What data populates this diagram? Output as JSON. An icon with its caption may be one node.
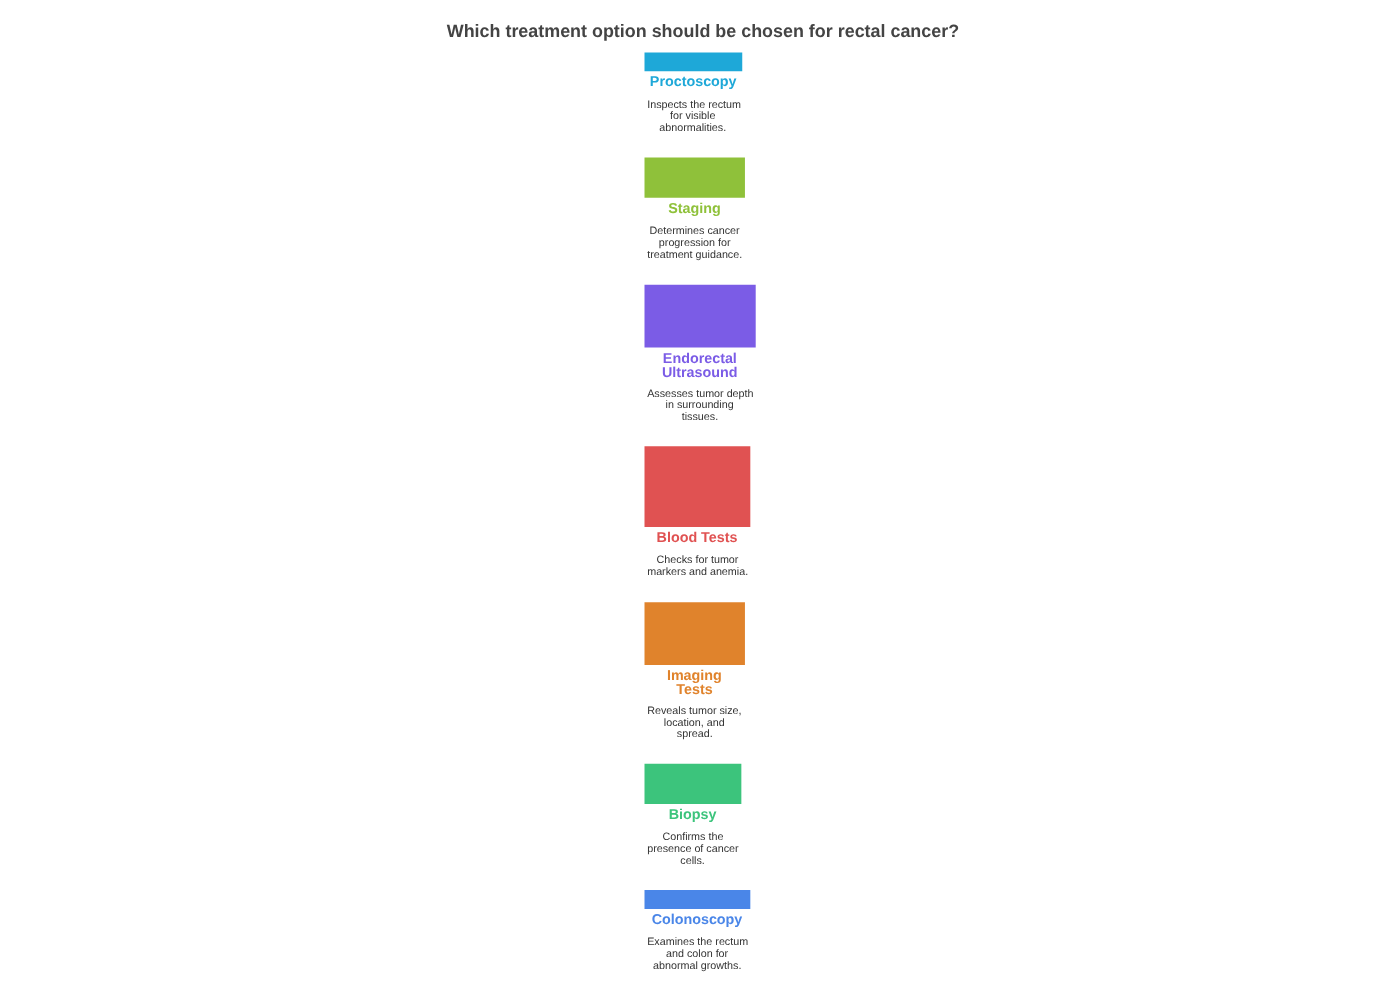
{
  "diagram": {
    "title": "Which treatment option should be chosen for rectal cancer?",
    "nodes": [
      {
        "text": [
          "Colonoscopy",
          "Examines the rectum and colon for abnormal growths."
        ]
      },
      {
        "text": [
          "Biopsy",
          "Confirms the presence of cancer cells."
        ]
      },
      {
        "text": [
          "Imaging Tests",
          "Reveals tumor size, location, and spread."
        ]
      },
      {
        "text": [
          "Blood Tests",
          "Checks for tumor markers and anemia."
        ]
      },
      {
        "text": [
          "Endorectal Ultrasound",
          "Assesses tumor depth in surrounding tissues."
        ]
      },
      {
        "text": [
          "Staging",
          "Determines cancer progression for treatment guidance."
        ]
      },
      {
        "text": [
          "Proctoscopy",
          "Inspects the rectum for visible abnormalities."
        ]
      }
    ],
    "edges": []
  }
}
